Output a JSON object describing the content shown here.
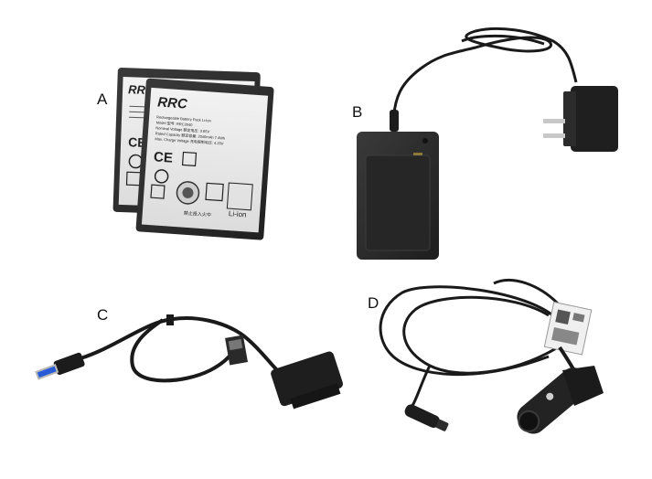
{
  "labels": {
    "a": "A",
    "b": "B",
    "c": "C",
    "d": "D"
  },
  "battery": {
    "brand": "RRC",
    "lines": [
      "Rechargeable Battery Pack Li-Ion",
      "Model 型号: RRC2040",
      "Nominal Voltage 额定电压: 3.65V",
      "Rated Capacity 额定容量: 2040mAh 7.4Wh",
      "Max. Charge Voltage 充电限制电压: 4.20V"
    ],
    "chemistry": "Li-ion",
    "footer": "禁止投入火中"
  },
  "colors": {
    "background": "#ffffff",
    "device": "#2b2b2b",
    "battery_label": "#e9e9e9",
    "cable": "#1a1a1a",
    "usb_blue": "#2a5bd7"
  }
}
